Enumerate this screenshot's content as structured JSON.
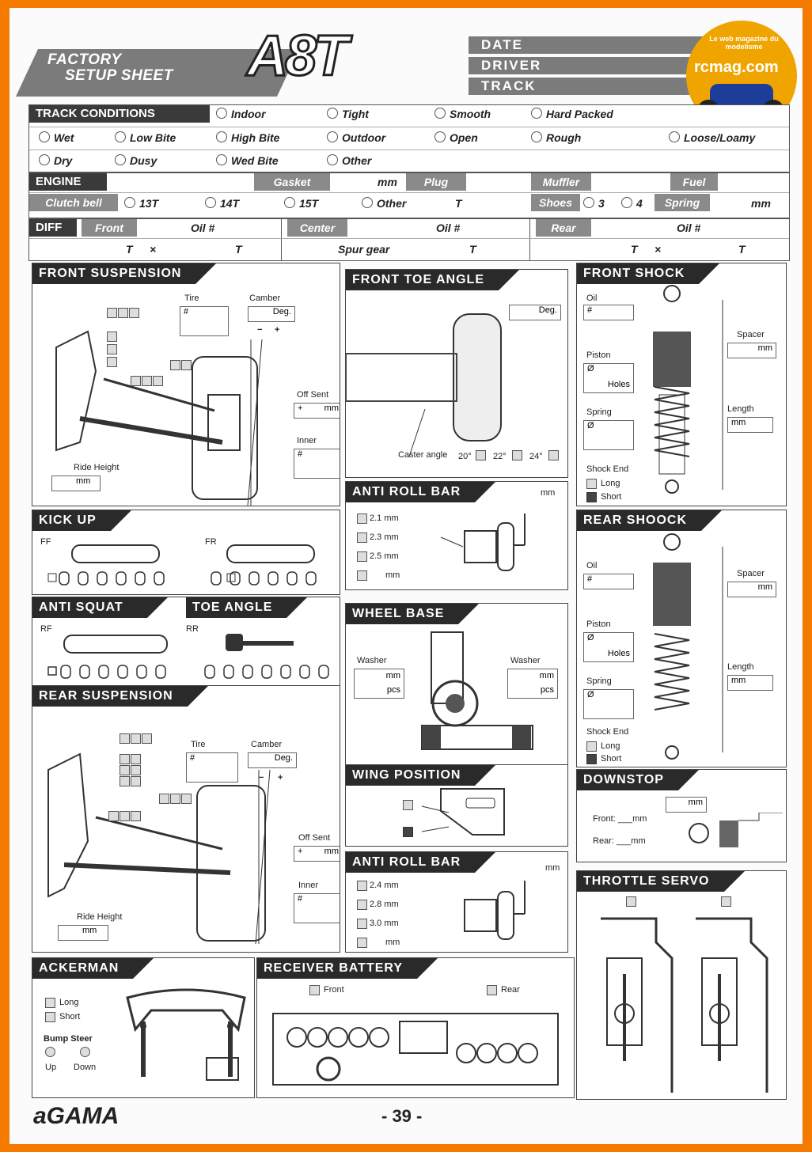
{
  "header": {
    "title_line1": "FACTORY",
    "title_line2": "SETUP SHEET",
    "logo": "A8T",
    "date_label": "DATE",
    "driver_label": "DRIVER",
    "track_label": "TRACK",
    "watermark_text": "Le web magazine du modelisme",
    "watermark_site": "rcmag.com"
  },
  "track_conditions": {
    "label": "TRACK CONDITIONS",
    "row1": [
      "Indoor",
      "Tight",
      "Smooth",
      "Hard Packed"
    ],
    "row2": [
      "Wet",
      "Low Bite",
      "High Bite",
      "Outdoor",
      "Open",
      "Rough",
      "Loose/Loamy"
    ],
    "row3": [
      "Dry",
      "Dusy",
      "Wed Bite",
      "Other"
    ]
  },
  "engine": {
    "label": "ENGINE",
    "gasket": "Gasket",
    "mm": "mm",
    "plug": "Plug",
    "muffler": "Muffler",
    "fuel": "Fuel",
    "clutch_bell": "Clutch bell",
    "clutch_opts": [
      "13T",
      "14T",
      "15T",
      "Other"
    ],
    "t": "T",
    "shoes": "Shoes",
    "shoes_opts": [
      "3",
      "4"
    ],
    "spring": "Spring",
    "spring_mm": "mm"
  },
  "diff": {
    "label": "DIFF",
    "front": "Front",
    "center": "Center",
    "rear": "Rear",
    "oil": "Oil #",
    "t": "T",
    "x": "×",
    "spur": "Spur gear"
  },
  "front_suspension": {
    "title": "FRONT SUSPENSION",
    "tire": "Tire",
    "hash": "#",
    "camber": "Camber",
    "deg": "Deg.",
    "minus": "−",
    "plus": "+",
    "offsent": "Off Sent",
    "offsent_plus": "+",
    "mm": "mm",
    "inner": "Inner",
    "ride_height": "Ride Height"
  },
  "front_toe": {
    "title": "FRONT TOE ANGLE",
    "deg": "Deg.",
    "caster": "Caster angle",
    "angles": [
      "20°",
      "22°",
      "24°"
    ]
  },
  "front_shock": {
    "title": "FRONT SHOCK",
    "oil": "Oil",
    "hash": "#",
    "spacer": "Spacer",
    "mm": "mm",
    "piston": "Piston",
    "holes": "Holes",
    "dia": "Ø",
    "spring": "Spring",
    "length": "Length",
    "shock_end": "Shock End",
    "long": "Long",
    "short": "Short"
  },
  "anti_roll_front": {
    "title": "ANTI ROLL BAR",
    "mm": "mm",
    "opts": [
      "2.1 mm",
      "2.3 mm",
      "2.5 mm",
      "mm"
    ]
  },
  "kick_up": {
    "title": "KICK UP",
    "ff": "FF",
    "fr": "FR"
  },
  "rear_shock": {
    "title": "REAR SHOOCK",
    "oil": "Oil",
    "hash": "#",
    "spacer": "Spacer",
    "mm": "mm",
    "piston": "Piston",
    "holes": "Holes",
    "dia": "Ø",
    "spring": "Spring",
    "length": "Length",
    "shock_end": "Shock End",
    "long": "Long",
    "short": "Short"
  },
  "anti_squat": {
    "title": "ANTI SQUAT",
    "rf": "RF"
  },
  "toe_angle": {
    "title": "TOE ANGLE",
    "rr": "RR"
  },
  "wheel_base": {
    "title": "WHEEL BASE",
    "washer": "Washer",
    "mm": "mm",
    "pcs": "pcs"
  },
  "rear_suspension": {
    "title": "REAR SUSPENSION",
    "tire": "Tire",
    "hash": "#",
    "camber": "Camber",
    "deg": "Deg.",
    "minus": "−",
    "plus": "+",
    "offsent": "Off Sent",
    "offsent_plus": "+",
    "mm": "mm",
    "inner": "Inner",
    "ride_height": "Ride Height"
  },
  "wing_position": {
    "title": "WING POSITION"
  },
  "downstop": {
    "title": "DOWNSTOP",
    "mm": "mm",
    "front": "Front: ___mm",
    "rear": "Rear: ___mm"
  },
  "anti_roll_rear": {
    "title": "ANTI ROLL BAR",
    "mm": "mm",
    "opts": [
      "2.4 mm",
      "2.8 mm",
      "3.0 mm",
      "mm"
    ]
  },
  "throttle_servo": {
    "title": "THROTTLE SERVO"
  },
  "ackerman": {
    "title": "ACKERMAN",
    "long": "Long",
    "short": "Short",
    "bump": "Bump Steer",
    "up": "Up",
    "down": "Down"
  },
  "receiver_battery": {
    "title": "RECEIVER BATTERY",
    "front": "Front",
    "rear": "Rear"
  },
  "footer": {
    "brand": "aGAMA",
    "page": "- 39 -"
  }
}
